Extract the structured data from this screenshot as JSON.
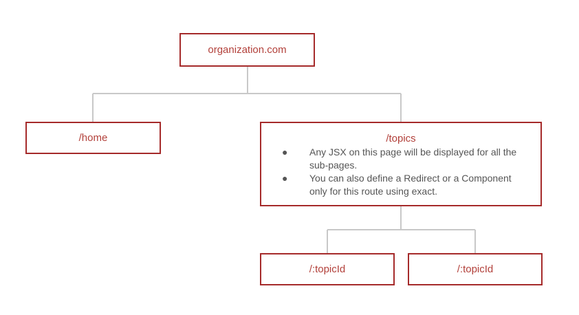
{
  "nodes": {
    "root": "organization.com",
    "home": "/home",
    "topics": {
      "title": "/topics",
      "notes": [
        "Any JSX on this page will be displayed for all the sub-pages.",
        "You can also define a Redirect or a Component only for this route using exact."
      ]
    },
    "topic_id_left": "/:topicId",
    "topic_id_right": "/:topicId"
  },
  "colors": {
    "box_border": "#a52a2a",
    "title_text": "#b2403a",
    "body_text": "#555555",
    "connector": "#c8c8c8"
  }
}
